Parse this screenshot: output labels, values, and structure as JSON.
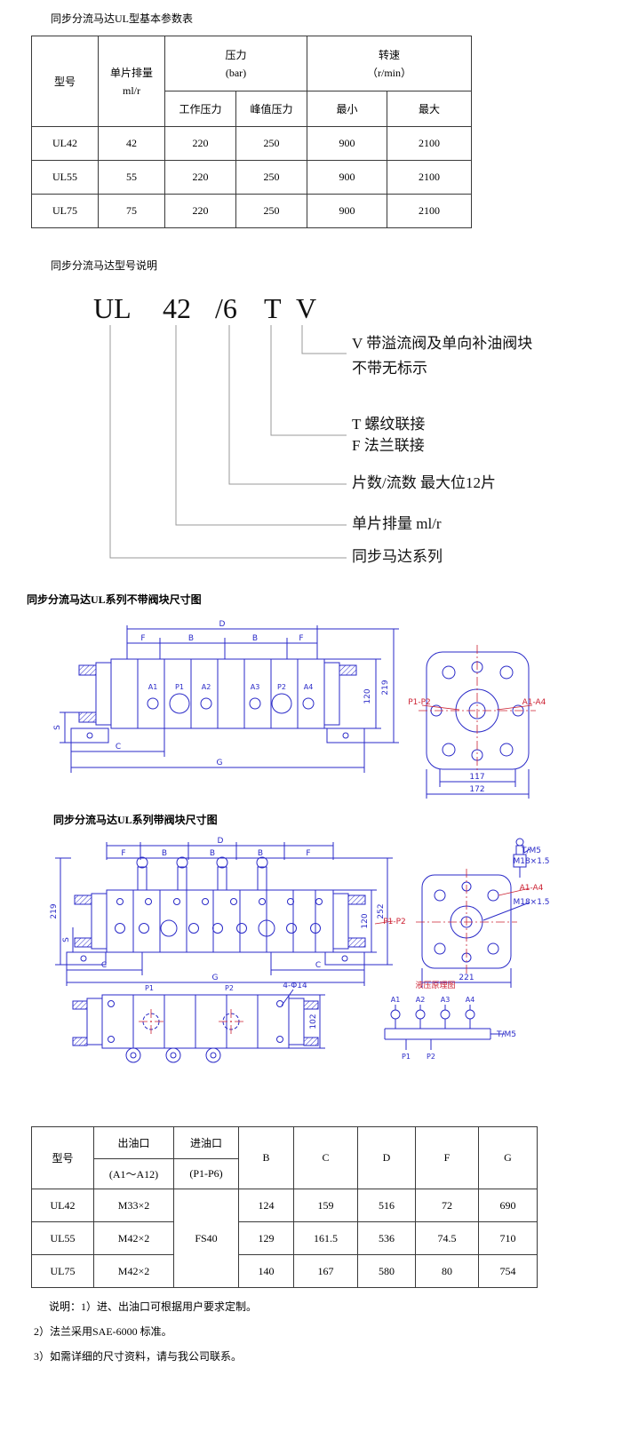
{
  "page": {
    "accent_blue": "#2a2ac8",
    "accent_red": "#cc2233"
  },
  "s1": {
    "title": "同步分流马达UL型基本参数表",
    "h_model": "型号",
    "h_disp1": "单片排量",
    "h_disp2": "ml/r",
    "h_press1": "压力",
    "h_press2": "(bar)",
    "h_speed1": "转速",
    "h_speed2": "（r/min）",
    "h_work": "工作压力",
    "h_peak": "峰值压力",
    "h_min": "最小",
    "h_max": "最大",
    "rows": [
      [
        "UL42",
        "42",
        "220",
        "250",
        "900",
        "2100"
      ],
      [
        "UL55",
        "55",
        "220",
        "250",
        "900",
        "2100"
      ],
      [
        "UL75",
        "75",
        "220",
        "250",
        "900",
        "2100"
      ]
    ]
  },
  "s2": {
    "title": "同步分流马达型号说明",
    "code": [
      "UL",
      "42",
      "/6",
      "T",
      "V"
    ],
    "v1": "V 带溢流阀及单向补油阀块",
    "v2": "不带无标示",
    "t1": "T 螺纹联接",
    "t2": "F 法兰联接",
    "slices": "片数/流数 最大位12片",
    "disp": "单片排量 ml/r",
    "series": "同步马达系列"
  },
  "d1": {
    "title": "同步分流马达UL系列不带阀块尺寸图",
    "D": "D",
    "F": "F",
    "B": "B",
    "C": "C",
    "G": "G",
    "S": "S",
    "dim219": "219",
    "dim120": "120",
    "ports": [
      "A1",
      "P1",
      "A2",
      "A3",
      "P2",
      "A4"
    ],
    "p12": "P1-P2",
    "a14": "A1-A4",
    "dim117": "117",
    "dim172": "172"
  },
  "d2": {
    "title": "同步分流马达UL系列带阀块尺寸图",
    "D": "D",
    "F": "F",
    "B": "B",
    "C": "C",
    "G": "G",
    "S": "S",
    "dim219": "219",
    "dim252": "252",
    "dim120": "120",
    "p12": "P1-P2",
    "tm5": "T/M5",
    "thread1": "M18×1.5",
    "a14": "A1-A4",
    "thread2": "M18×1.5",
    "dim221": "221",
    "P1": "P1",
    "P2": "P2",
    "holes": "4-Φ14",
    "dim102": "102",
    "sch_title": "液压原理图",
    "sA": [
      "A1",
      "A2",
      "A3",
      "A4"
    ],
    "sP1": "P1",
    "sP2": "P2",
    "sT": "T/M5"
  },
  "t2": {
    "h_model": "型号",
    "h_out1": "出油口",
    "h_out2": "(A1～A12)",
    "h_in1": "进油口",
    "h_in2": "(P1-P6)",
    "h_B": "B",
    "h_C": "C",
    "h_D": "D",
    "h_F": "F",
    "h_G": "G",
    "inlet": "FS40",
    "rows": [
      [
        "UL42",
        "M33×2",
        "124",
        "159",
        "516",
        "72",
        "690"
      ],
      [
        "UL55",
        "M42×2",
        "129",
        "161.5",
        "536",
        "74.5",
        "710"
      ],
      [
        "UL75",
        "M42×2",
        "140",
        "167",
        "580",
        "80",
        "754"
      ]
    ]
  },
  "notes": [
    "说明：1）进、出油口可根据用户要求定制。",
    "2）法兰采用SAE-6000 标准。",
    "3）如需详细的尺寸资料，请与我公司联系。"
  ]
}
